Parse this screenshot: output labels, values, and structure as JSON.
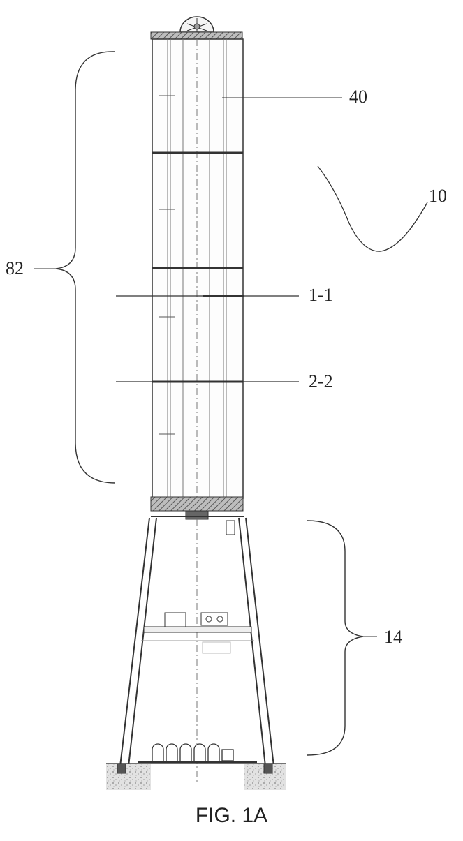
{
  "figure": {
    "caption": "FIG. 1A",
    "labels": {
      "tower_panel": "40",
      "assembly": "10",
      "upper_section": "82",
      "section_1": "1-1",
      "section_2": "2-2",
      "base_frame": "14"
    }
  }
}
